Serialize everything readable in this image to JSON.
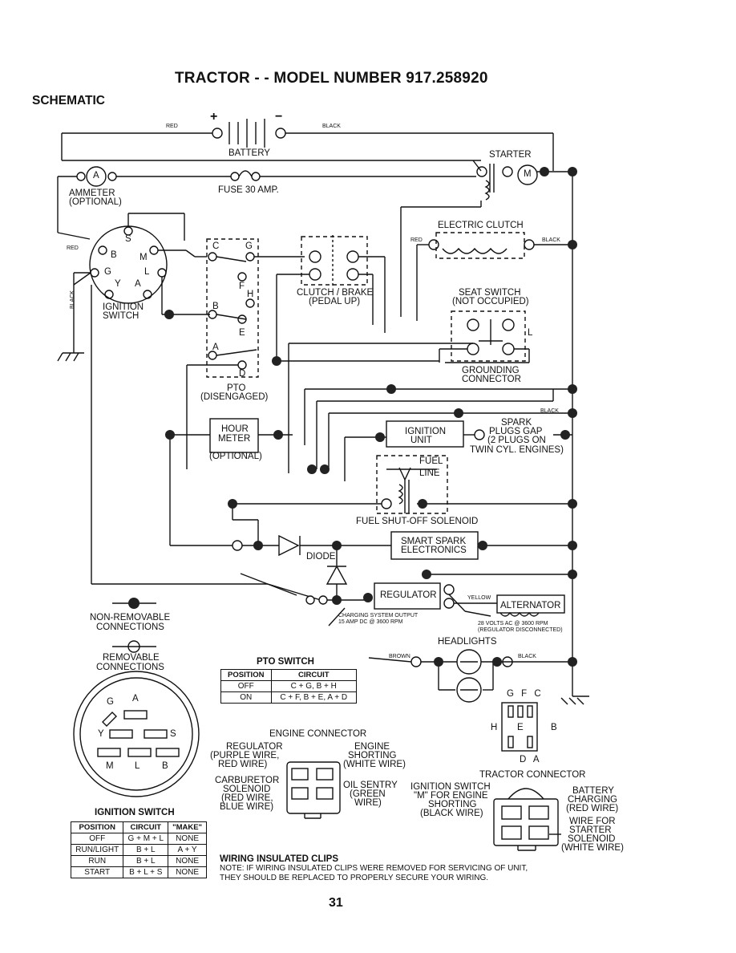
{
  "page": {
    "title": "TRACTOR - - MODEL NUMBER 917.258920",
    "section": "SCHEMATIC",
    "page_number": "31"
  },
  "schematic": {
    "battery_label": "BATTERY",
    "battery_plus": "+",
    "battery_minus": "−",
    "red": "RED",
    "black": "BLACK",
    "starter_label": "STARTER",
    "starter_motor": "M",
    "ammeter_symbol": "A",
    "ammeter_label": [
      "AMMETER",
      "(OPTIONAL)"
    ],
    "fuse_label": "FUSE 30 AMP.",
    "electric_clutch_label": "ELECTRIC CLUTCH",
    "ignition_switch_label": [
      "IGNITION",
      "SWITCH"
    ],
    "ign_terminals": {
      "S": "S",
      "B": "B",
      "M": "M",
      "G": "G",
      "L": "L",
      "Y": "Y",
      "A": "A"
    },
    "pto_terminals": {
      "C": "C",
      "G": "G",
      "F": "F",
      "H": "H",
      "B": "B",
      "E": "E",
      "A": "A",
      "D": "D"
    },
    "pto_label": [
      "PTO",
      "(DISENGAGED)"
    ],
    "clutch_brake_label": [
      "CLUTCH / BRAKE",
      "(PEDAL UP)"
    ],
    "seat_switch_label": [
      "SEAT SWITCH",
      "(NOT OCCUPIED)"
    ],
    "seat_L": "L",
    "grounding_label": [
      "GROUNDING",
      "CONNECTOR"
    ],
    "hour_meter_label": [
      "HOUR",
      "METER"
    ],
    "hour_meter_optional": "(OPTIONAL)",
    "ignition_unit_label": [
      "IGNITION",
      "UNIT"
    ],
    "spark_label": [
      "SPARK",
      "PLUGS GAP",
      "(2 PLUGS ON",
      "TWIN CYL. ENGINES)"
    ],
    "fuel_line_label": [
      "FUEL",
      "LINE"
    ],
    "fuel_solenoid_label": "FUEL SHUT-OFF SOLENOID",
    "smart_spark_label": [
      "SMART SPARK",
      "ELECTRONICS"
    ],
    "diode_label": "DIODE",
    "regulator_label": "REGULATOR",
    "yellow": "YELLOW",
    "alternator_label": "ALTERNATOR",
    "charging_output": [
      "CHARGING SYSTEM OUTPUT",
      "15 AMP DC @ 3600 RPM"
    ],
    "alternator_spec": [
      "28 VOLTS AC @ 3600 RPM",
      "(REGULATOR DISCONNECTED)"
    ],
    "headlights_label": "HEADLIGHTS",
    "brown": "BROWN"
  },
  "legend": {
    "non_removable": [
      "NON-REMOVABLE",
      "CONNECTIONS"
    ],
    "removable": [
      "REMOVABLE",
      "CONNECTIONS"
    ]
  },
  "ignition_switch_face": {
    "letters": {
      "G": "G",
      "A": "A",
      "Y": "Y",
      "S": "S",
      "M": "M",
      "L": "L",
      "B": "B"
    },
    "caption": "IGNITION SWITCH"
  },
  "ignition_table": {
    "headers": [
      "POSITION",
      "CIRCUIT",
      "\"MAKE\""
    ],
    "rows": [
      [
        "OFF",
        "G + M + L",
        "NONE"
      ],
      [
        "RUN/LIGHT",
        "B + L",
        "A + Y"
      ],
      [
        "RUN",
        "B + L",
        "NONE"
      ],
      [
        "START",
        "B + L + S",
        "NONE"
      ]
    ]
  },
  "pto_switch": {
    "title": "PTO SWITCH",
    "headers": [
      "POSITION",
      "CIRCUIT"
    ],
    "rows": [
      [
        "OFF",
        "C + G, B + H"
      ],
      [
        "ON",
        "C + F, B + E, A + D"
      ]
    ]
  },
  "engine_connector": {
    "title": "ENGINE CONNECTOR",
    "regulator": [
      "REGULATOR",
      "(PURPLE WIRE,",
      "RED WIRE)"
    ],
    "engine_shorting": [
      "ENGINE",
      "SHORTING",
      "(WHITE WIRE)"
    ],
    "carburetor": [
      "CARBURETOR",
      "SOLENOID",
      "(RED WIRE,",
      "BLUE WIRE)"
    ],
    "oil_sentry": [
      "OIL SENTRY",
      "(GREEN",
      "WIRE)"
    ]
  },
  "tractor_connector": {
    "top_letters": "G F C",
    "H": "H",
    "E": "E",
    "B": "B",
    "bottom_letters": "D A",
    "title": "TRACTOR CONNECTOR",
    "ignition_switch_m": [
      "IGNITION SWITCH",
      "\"M\" FOR ENGINE",
      "SHORTING",
      "(BLACK WIRE)"
    ],
    "battery_charging": [
      "BATTERY",
      "CHARGING",
      "(RED WIRE)"
    ],
    "starter_solenoid": [
      "WIRE FOR",
      "STARTER",
      "SOLENOID",
      "(WHITE WIRE)"
    ]
  },
  "notes": {
    "heading": "WIRING INSULATED CLIPS",
    "line1": "NOTE: IF WIRING INSULATED CLIPS WERE REMOVED FOR SERVICING OF UNIT,",
    "line2": "THEY SHOULD BE REPLACED TO PROPERLY SECURE YOUR WIRING."
  }
}
